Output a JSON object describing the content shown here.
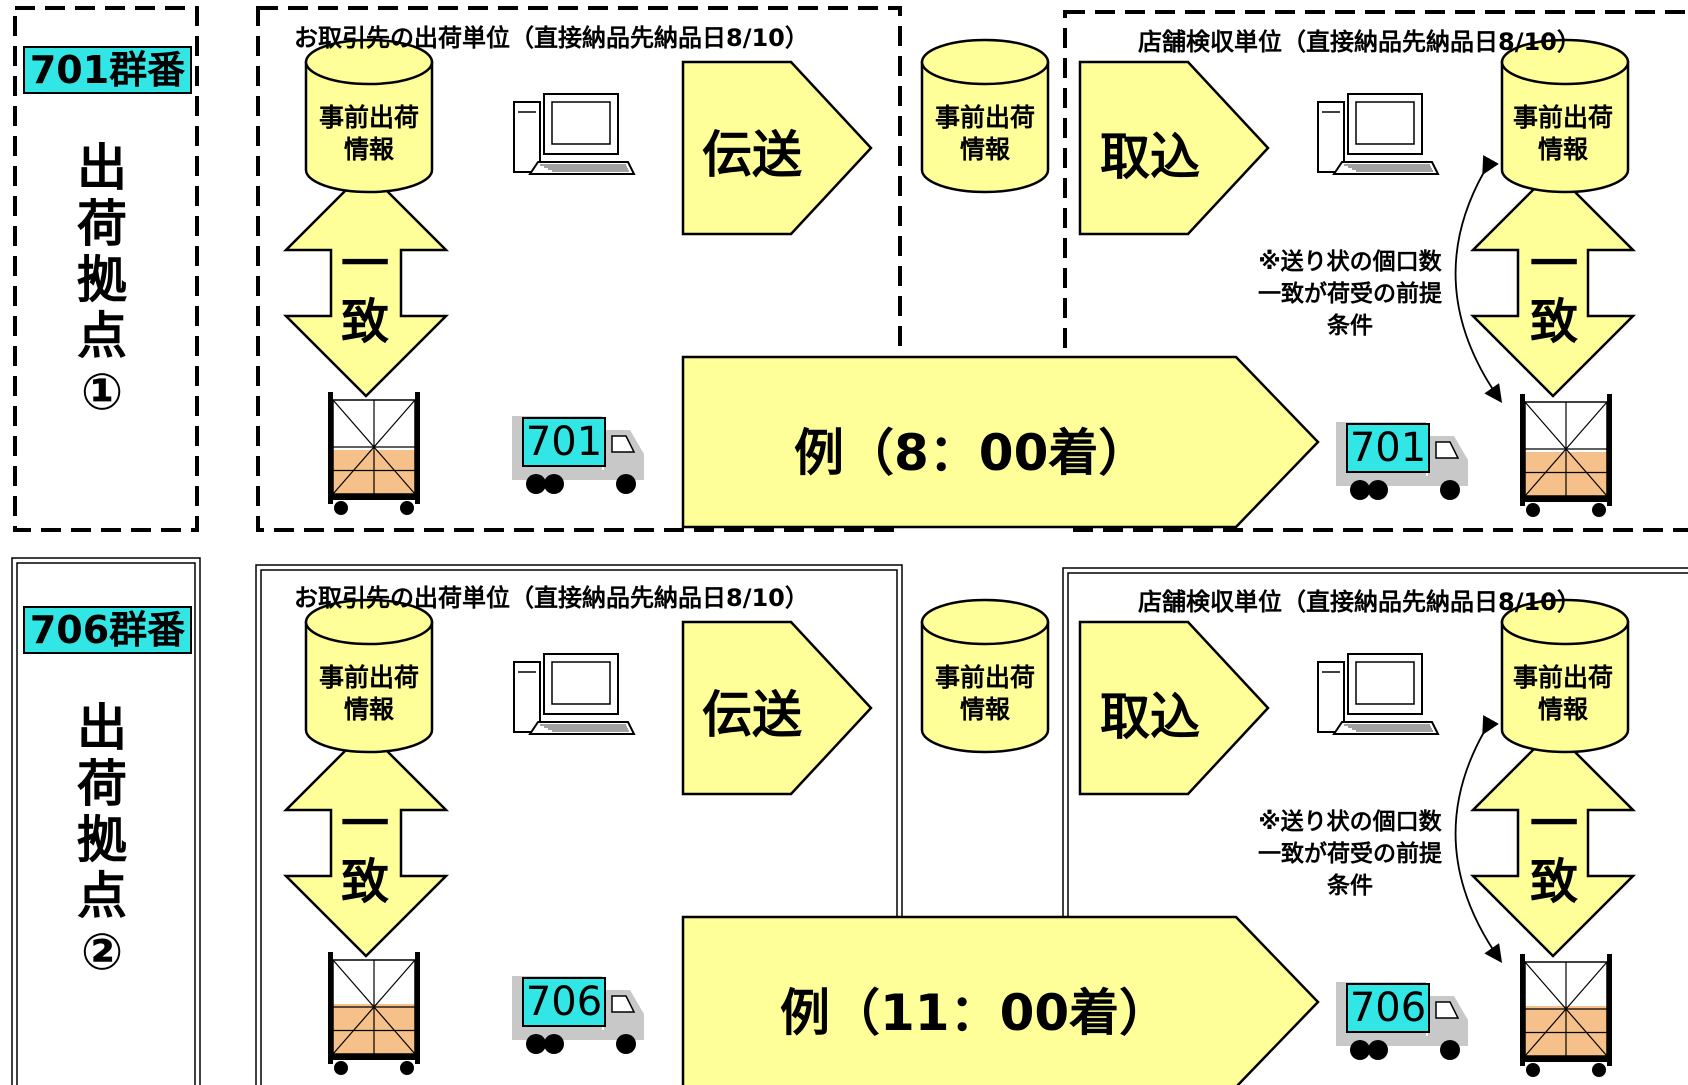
{
  "colors": {
    "cyan_badge": "#33e6e6",
    "yellow_fill": "#ffff99",
    "cargo_fill": "#f5c08a",
    "truck_gray": "#c8c8c8"
  },
  "sections": [
    {
      "group_label": "701群番",
      "location_label": "出荷拠点①",
      "supplier_header": "お取引先の出荷単位（直接納品先納品日8/10）",
      "store_header": "店舗検収単位（直接納品先納品日8/10）",
      "db_supplier": "事前出荷情報",
      "db_middle": "事前出荷情報",
      "db_store": "事前出荷情報",
      "transmit_label": "伝送",
      "import_label": "取込",
      "match_left": "一致",
      "match_right": "一致",
      "note": "※送り状の個口数一致が荷受の前提条件",
      "truck_left": "701",
      "truck_right": "701",
      "example": "例（8：00着）"
    },
    {
      "group_label": "706群番",
      "location_label": "出荷拠点②",
      "supplier_header": "お取引先の出荷単位（直接納品先納品日8/10）",
      "store_header": "店舗検収単位（直接納品先納品日8/10）",
      "db_supplier": "事前出荷情報",
      "db_middle": "事前出荷情報",
      "db_store": "事前出荷情報",
      "transmit_label": "伝送",
      "import_label": "取込",
      "match_left": "一致",
      "match_right": "一致",
      "note": "※送り状の個口数一致が荷受の前提条件",
      "truck_left": "706",
      "truck_right": "706",
      "example": "例（11：00着）"
    }
  ]
}
